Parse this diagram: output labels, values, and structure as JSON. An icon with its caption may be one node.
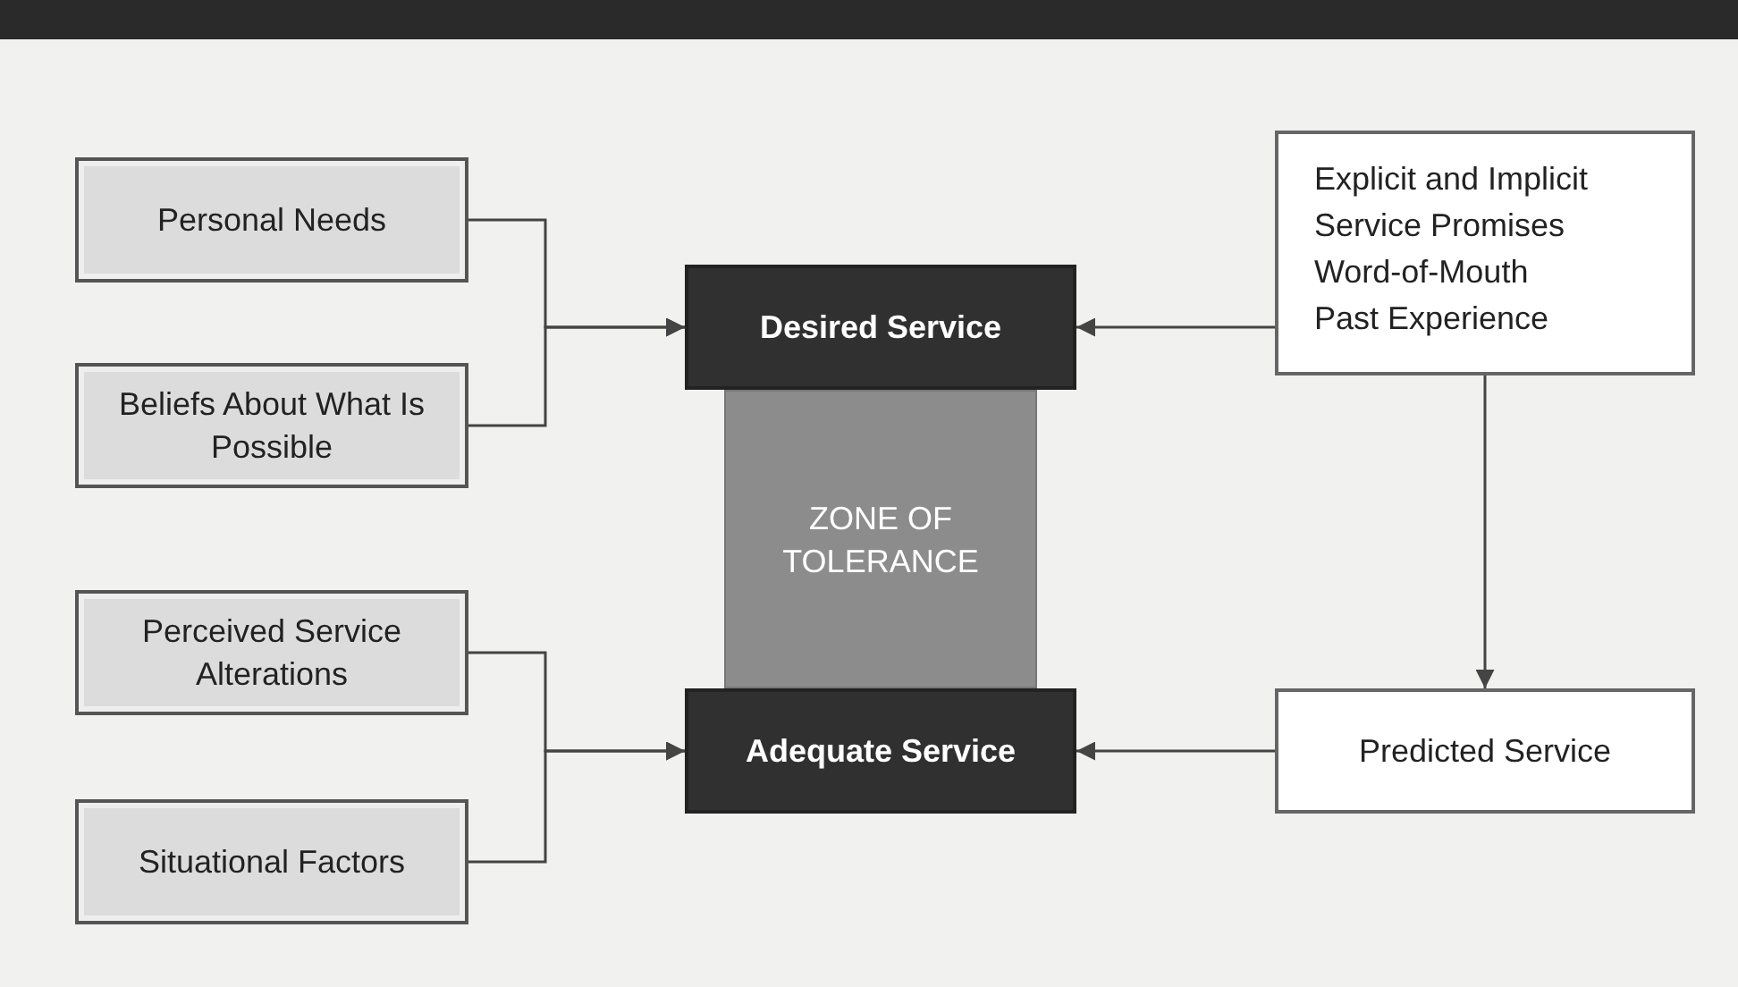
{
  "diagram": {
    "nodes": [
      {
        "text": [
          "Personal Needs"
        ]
      },
      {
        "text": [
          "Beliefs About What Is Possible"
        ]
      },
      {
        "text": [
          "Perceived Service Alterations"
        ]
      },
      {
        "text": [
          "Situational Factors"
        ]
      },
      {
        "text": [
          "Desired Service"
        ]
      },
      {
        "text": [
          "ZONE OF TOLERANCE"
        ]
      },
      {
        "text": [
          "Adequate Service"
        ]
      },
      {
        "text": [
          "Explicit and Implicit Service Promises",
          "Word-of-Mouth",
          "Past Experience"
        ]
      },
      {
        "text": [
          "Predicted Service"
        ]
      }
    ],
    "edges": [
      {
        "from": 0,
        "to": 4,
        "arrow": "to"
      },
      {
        "from": 1,
        "to": 4,
        "arrow": "to"
      },
      {
        "from": 2,
        "to": 6,
        "arrow": "to"
      },
      {
        "from": 3,
        "to": 6,
        "arrow": "to"
      },
      {
        "from": 7,
        "to": 4,
        "arrow": "to"
      },
      {
        "from": 7,
        "to": 8,
        "arrow": "to"
      },
      {
        "from": 8,
        "to": 6,
        "arrow": "to"
      }
    ]
  }
}
